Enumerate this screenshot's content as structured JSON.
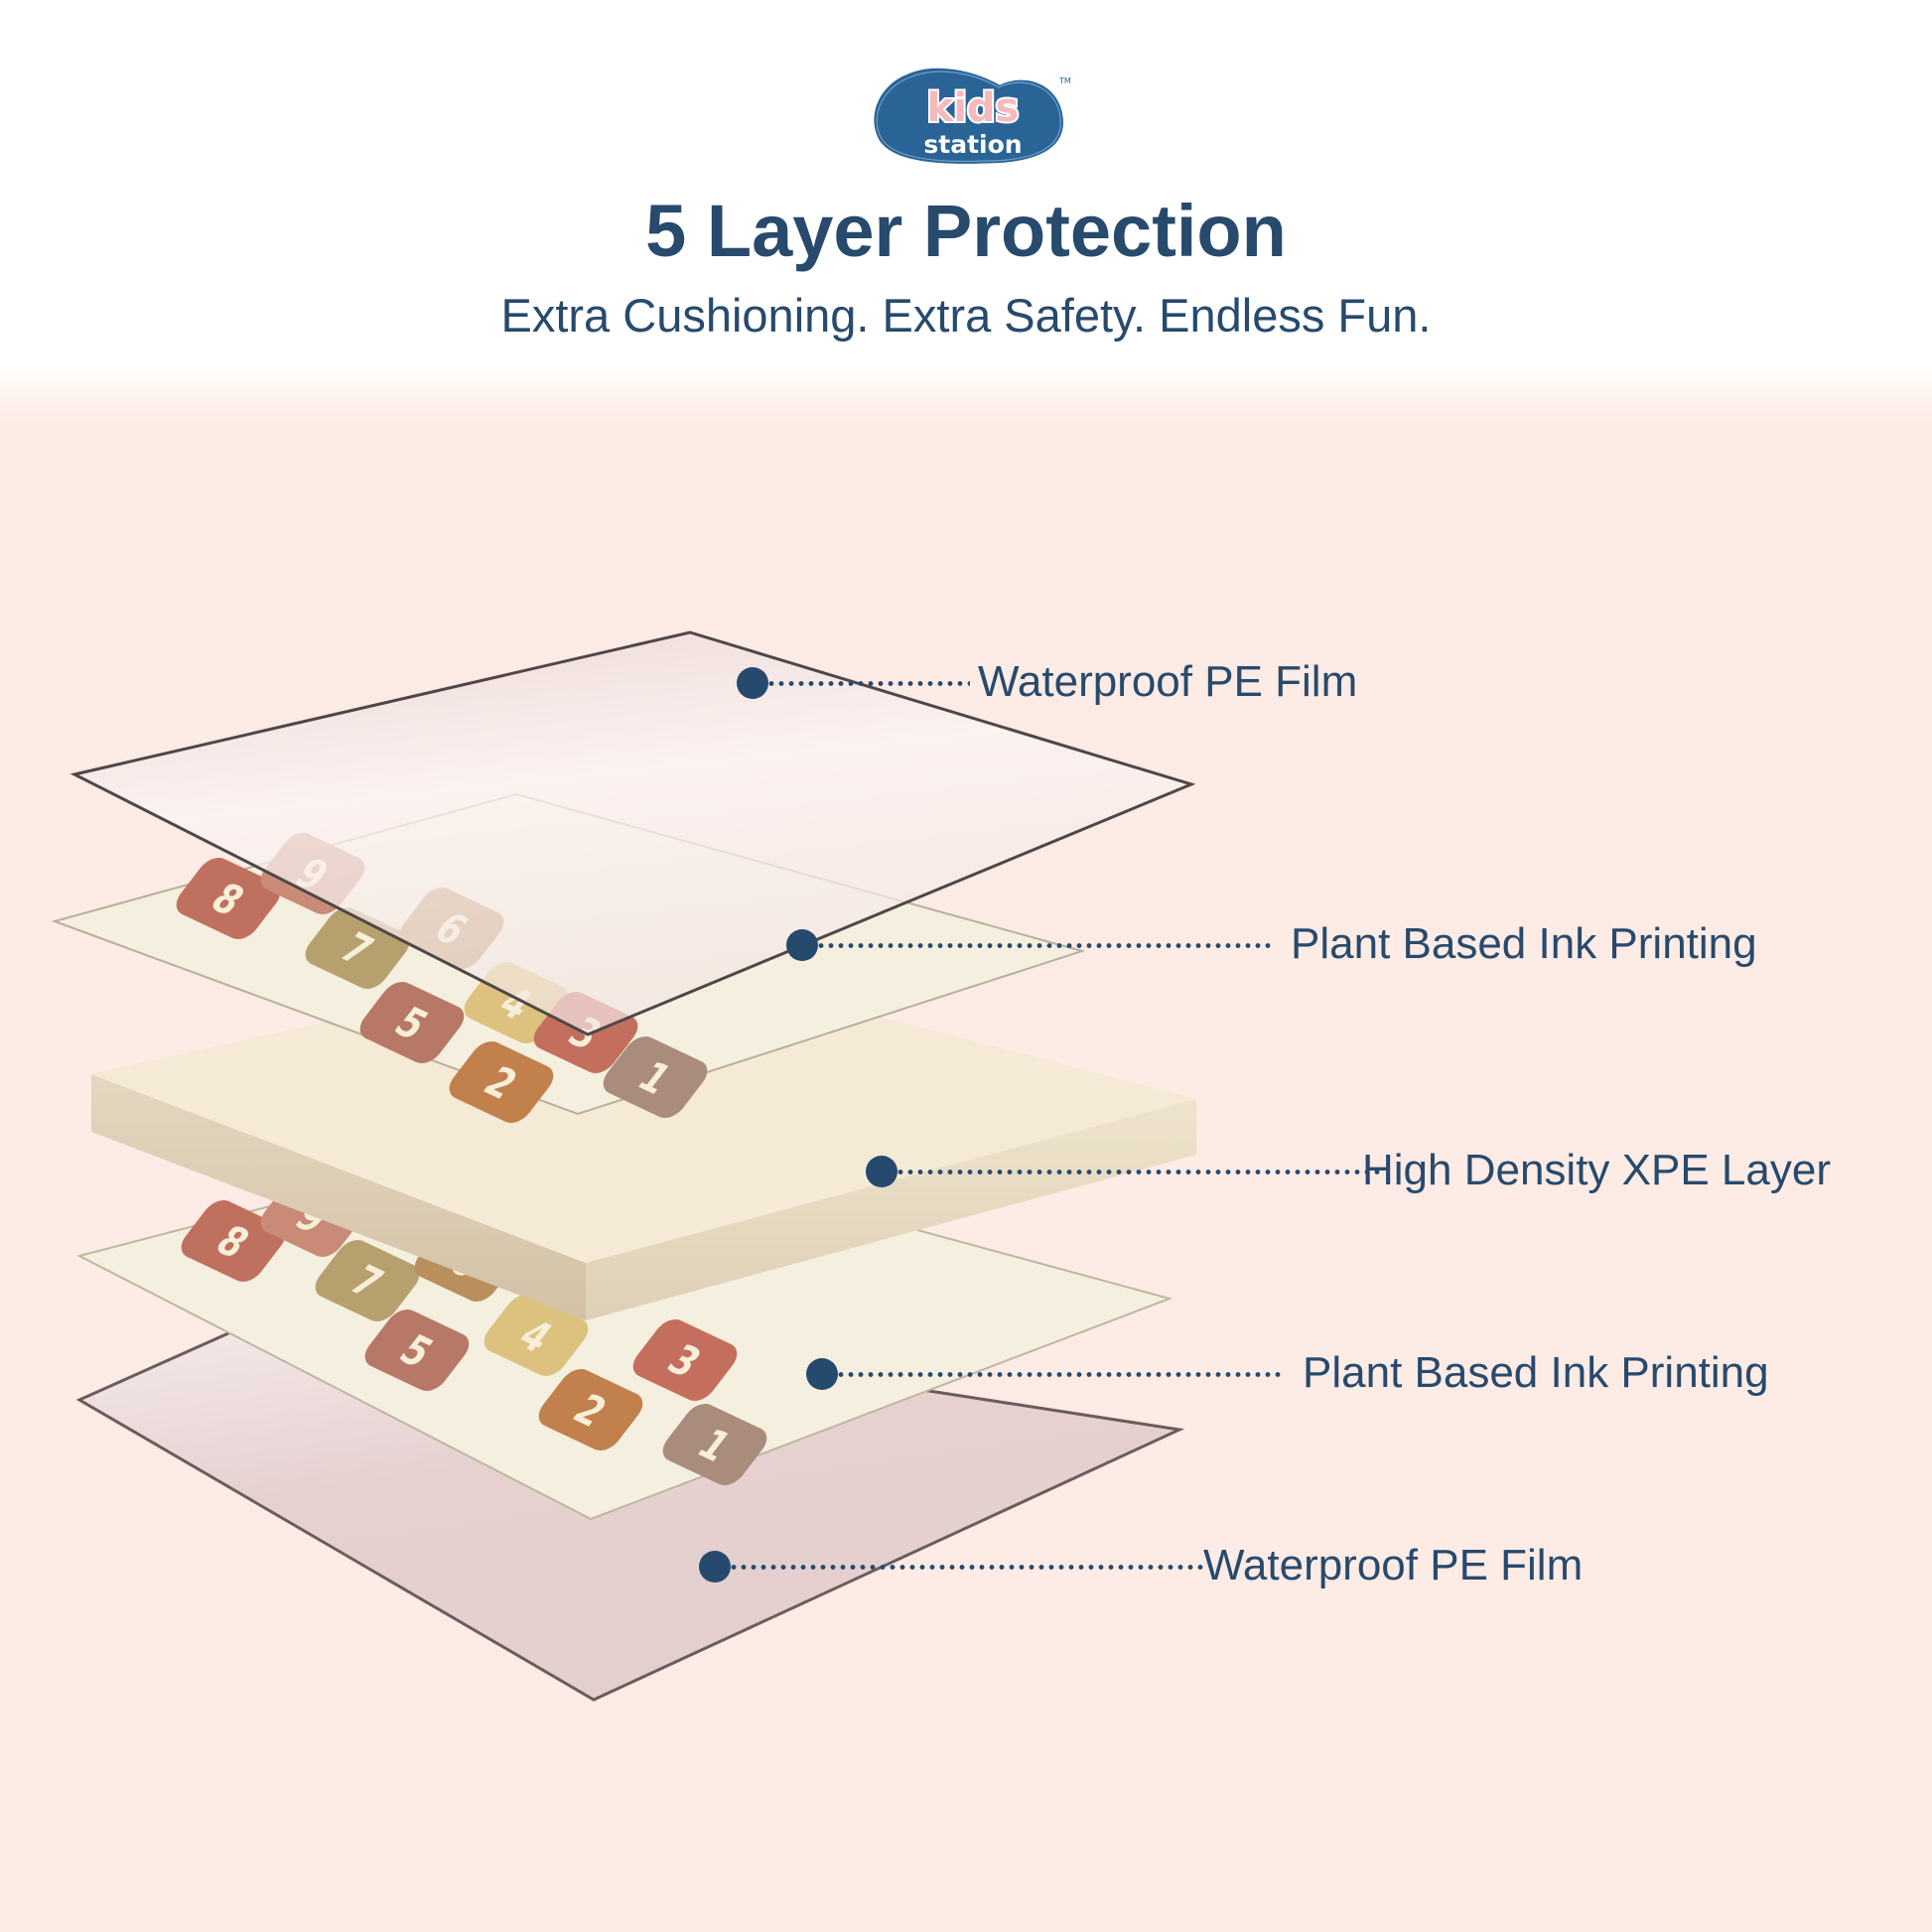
{
  "brand": {
    "logo_line1": "kids",
    "logo_line2": "station",
    "trademark": "TM",
    "colors": {
      "blob": "#2a6496",
      "kids_text": "#f6b9bd",
      "station_text": "#ffffff"
    }
  },
  "header": {
    "title": "5 Layer Protection",
    "subtitle": "Extra Cushioning. Extra Safety. Endless Fun."
  },
  "colors": {
    "text": "#274a6d",
    "callout_dot": "#264a6e",
    "background_pink": "#fdebe5",
    "film_outline": "#5a5050",
    "mat_cream": "#f5efdf",
    "foam_top": "#f4ead6",
    "foam_side": "#dccdb4"
  },
  "layers": [
    {
      "id": "top-film",
      "label": "Waterproof PE Film"
    },
    {
      "id": "top-print",
      "label": "Plant Based Ink Printing"
    },
    {
      "id": "foam",
      "label": "High Density XPE Layer"
    },
    {
      "id": "bottom-print",
      "label": "Plant Based Ink Printing"
    },
    {
      "id": "bottom-film",
      "label": "Waterproof PE Film"
    }
  ],
  "mat_tiles": [
    {
      "digit": "8",
      "color": "#c0705e"
    },
    {
      "digit": "9",
      "color": "#c98a78"
    },
    {
      "digit": "7",
      "color": "#b6a06e"
    },
    {
      "digit": "6",
      "color": "#b98f5e"
    },
    {
      "digit": "5",
      "color": "#b87868"
    },
    {
      "digit": "4",
      "color": "#dcc27e"
    },
    {
      "digit": "3",
      "color": "#c46e5e"
    },
    {
      "digit": "2",
      "color": "#c2804c"
    },
    {
      "digit": "1",
      "color": "#a98c7c"
    }
  ]
}
